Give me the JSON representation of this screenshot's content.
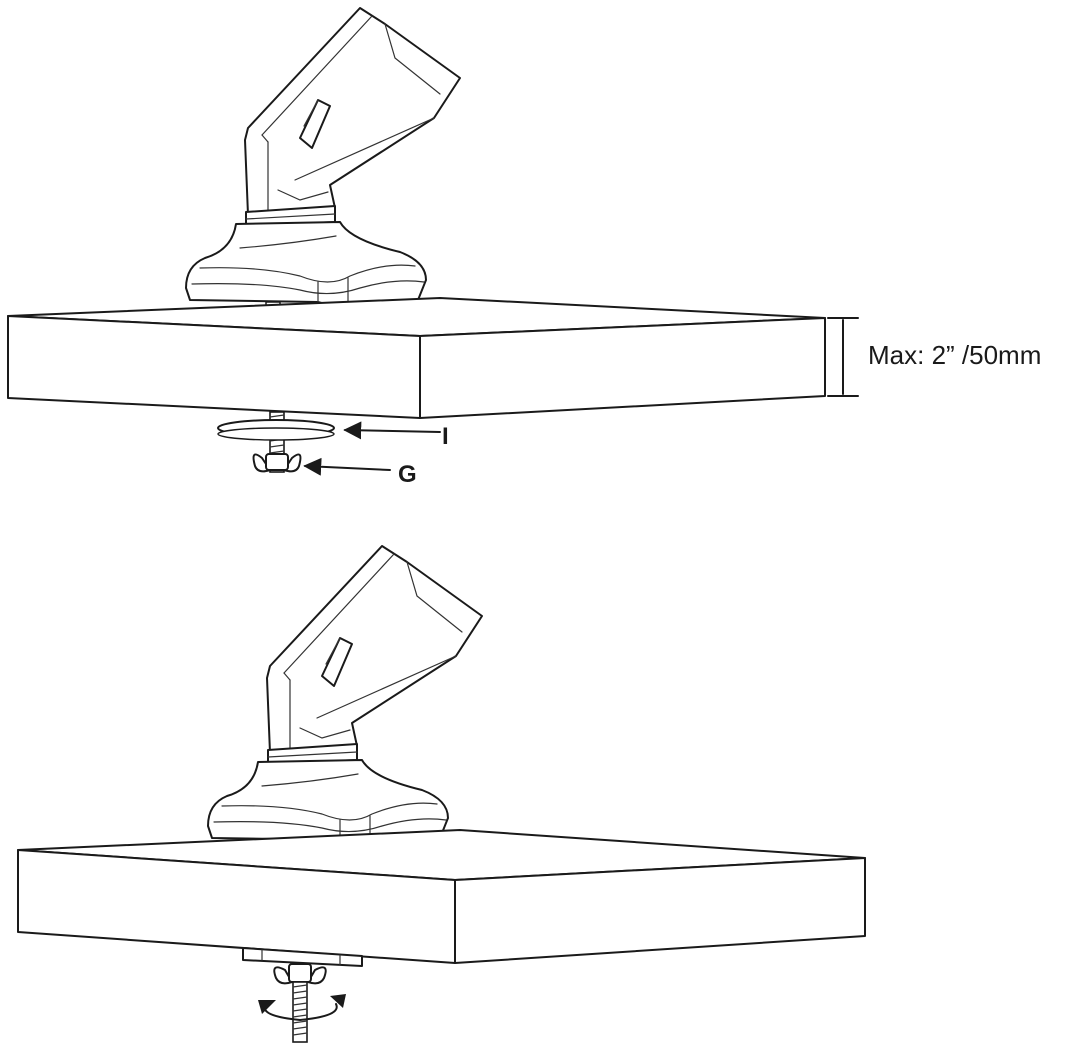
{
  "figure": {
    "top_panel": {
      "dimension_label": "Max: 2” /50mm",
      "callouts": [
        {
          "id": "I",
          "label": "I"
        },
        {
          "id": "G",
          "label": "G"
        }
      ]
    },
    "bottom_panel": {
      "rotation_indicator": "clockwise-rotation-arrow-icon"
    }
  },
  "colors": {
    "line": "#1a1a1a",
    "background": "#ffffff"
  }
}
